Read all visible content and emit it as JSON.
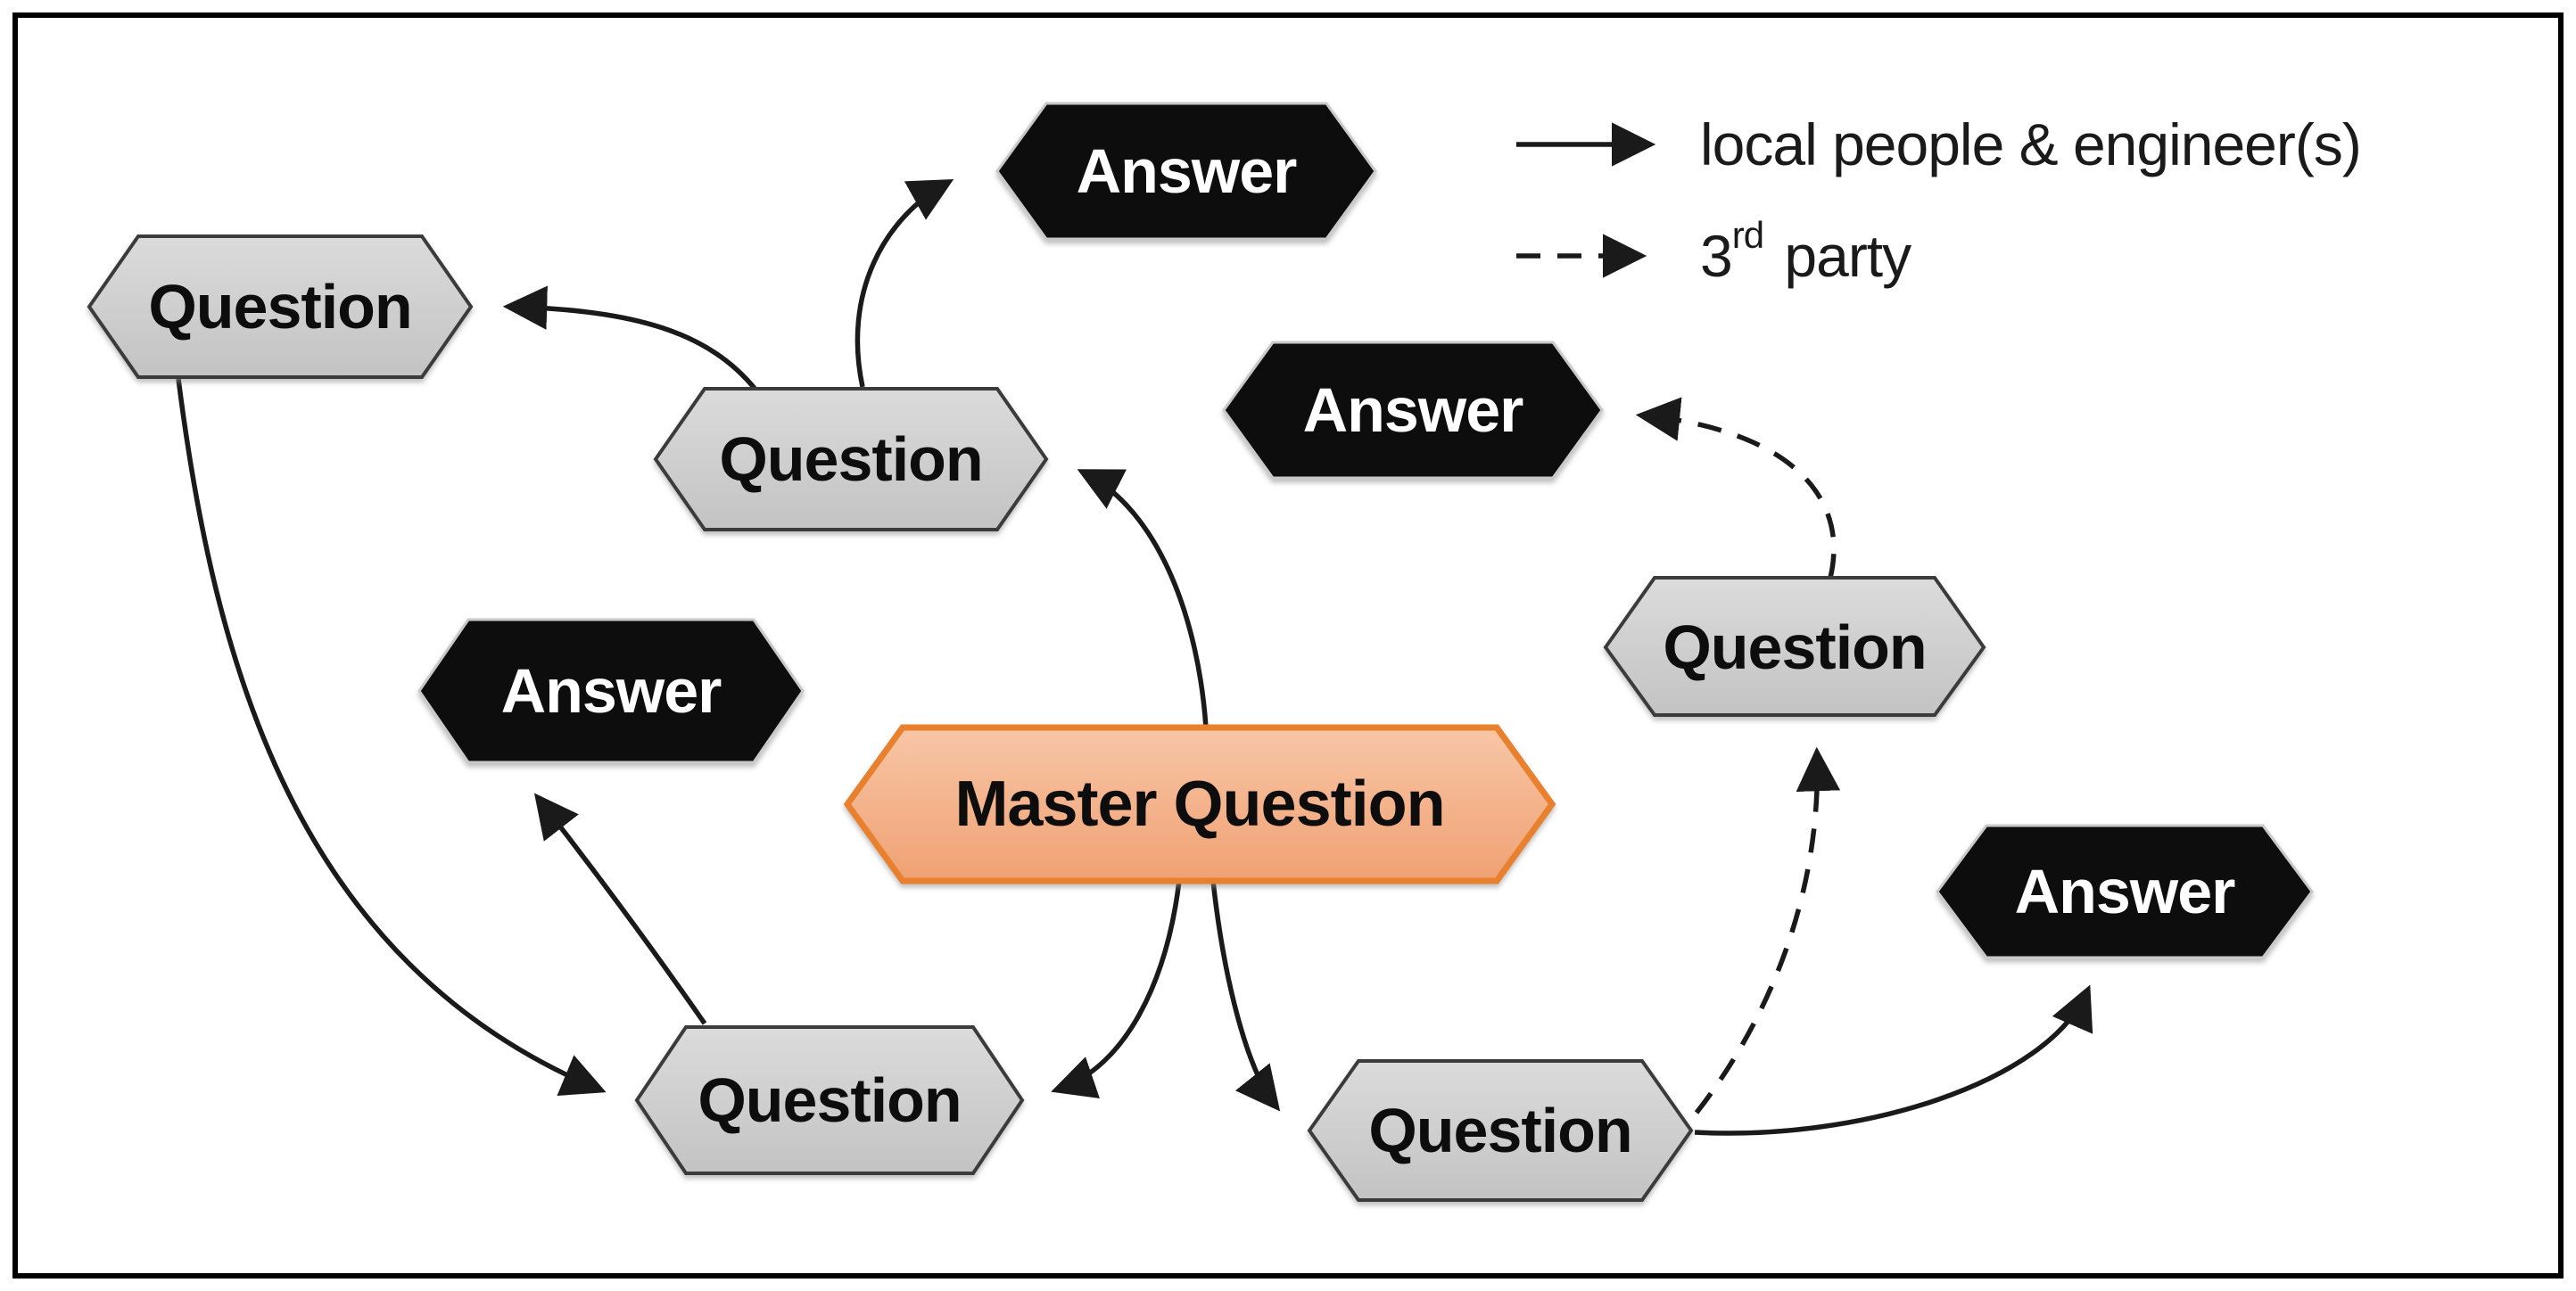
{
  "legend": {
    "solid": {
      "label": "local people & engineer(s)"
    },
    "dashed": {
      "prefix": "3",
      "superscript": "rd",
      "rest": " party"
    }
  },
  "nodes": {
    "answer_top": {
      "label": "Answer"
    },
    "question_top_left": {
      "label": "Question"
    },
    "question_mid": {
      "label": "Question"
    },
    "answer_right": {
      "label": "Answer"
    },
    "question_right": {
      "label": "Question"
    },
    "answer_left": {
      "label": "Answer"
    },
    "master": {
      "label": "Master Question"
    },
    "answer_bottom_right": {
      "label": "Answer"
    },
    "question_bottom_left": {
      "label": "Question"
    },
    "question_bottom_right": {
      "label": "Question"
    }
  },
  "colors": {
    "background": "#FFFFFF",
    "frame_border": "#000000",
    "question_fill_top": "#DBDBDB",
    "question_fill_bottom": "#C3C3C3",
    "question_border": "#3A3A3A",
    "question_text": "#111111",
    "answer_fill": "#0A0A0A",
    "answer_border": "#C9C9C9",
    "answer_text": "#FFFFFF",
    "master_fill_top": "#F8C6A6",
    "master_fill_bottom": "#F0A173",
    "master_border": "#E8802F",
    "master_text": "#111111",
    "arrow": "#1A1A1A",
    "legend_text": "#1A1A1A"
  }
}
